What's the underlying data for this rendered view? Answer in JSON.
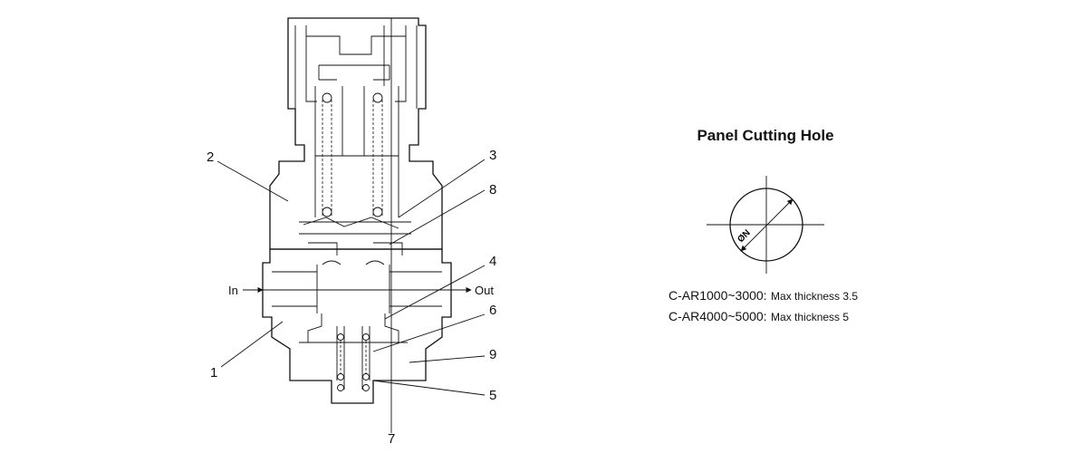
{
  "callouts": [
    "1",
    "2",
    "3",
    "4",
    "5",
    "6",
    "7",
    "8",
    "9"
  ],
  "flow": {
    "inlet": "In",
    "outlet": "Out"
  },
  "panel": {
    "title": "Panel Cutting Hole",
    "dimension_label": "ØN",
    "specs": [
      {
        "model": "C-AR1000~3000:",
        "note": "Max thickness 3.5"
      },
      {
        "model": "C-AR4000~5000:",
        "note": "Max thickness 5"
      }
    ]
  }
}
